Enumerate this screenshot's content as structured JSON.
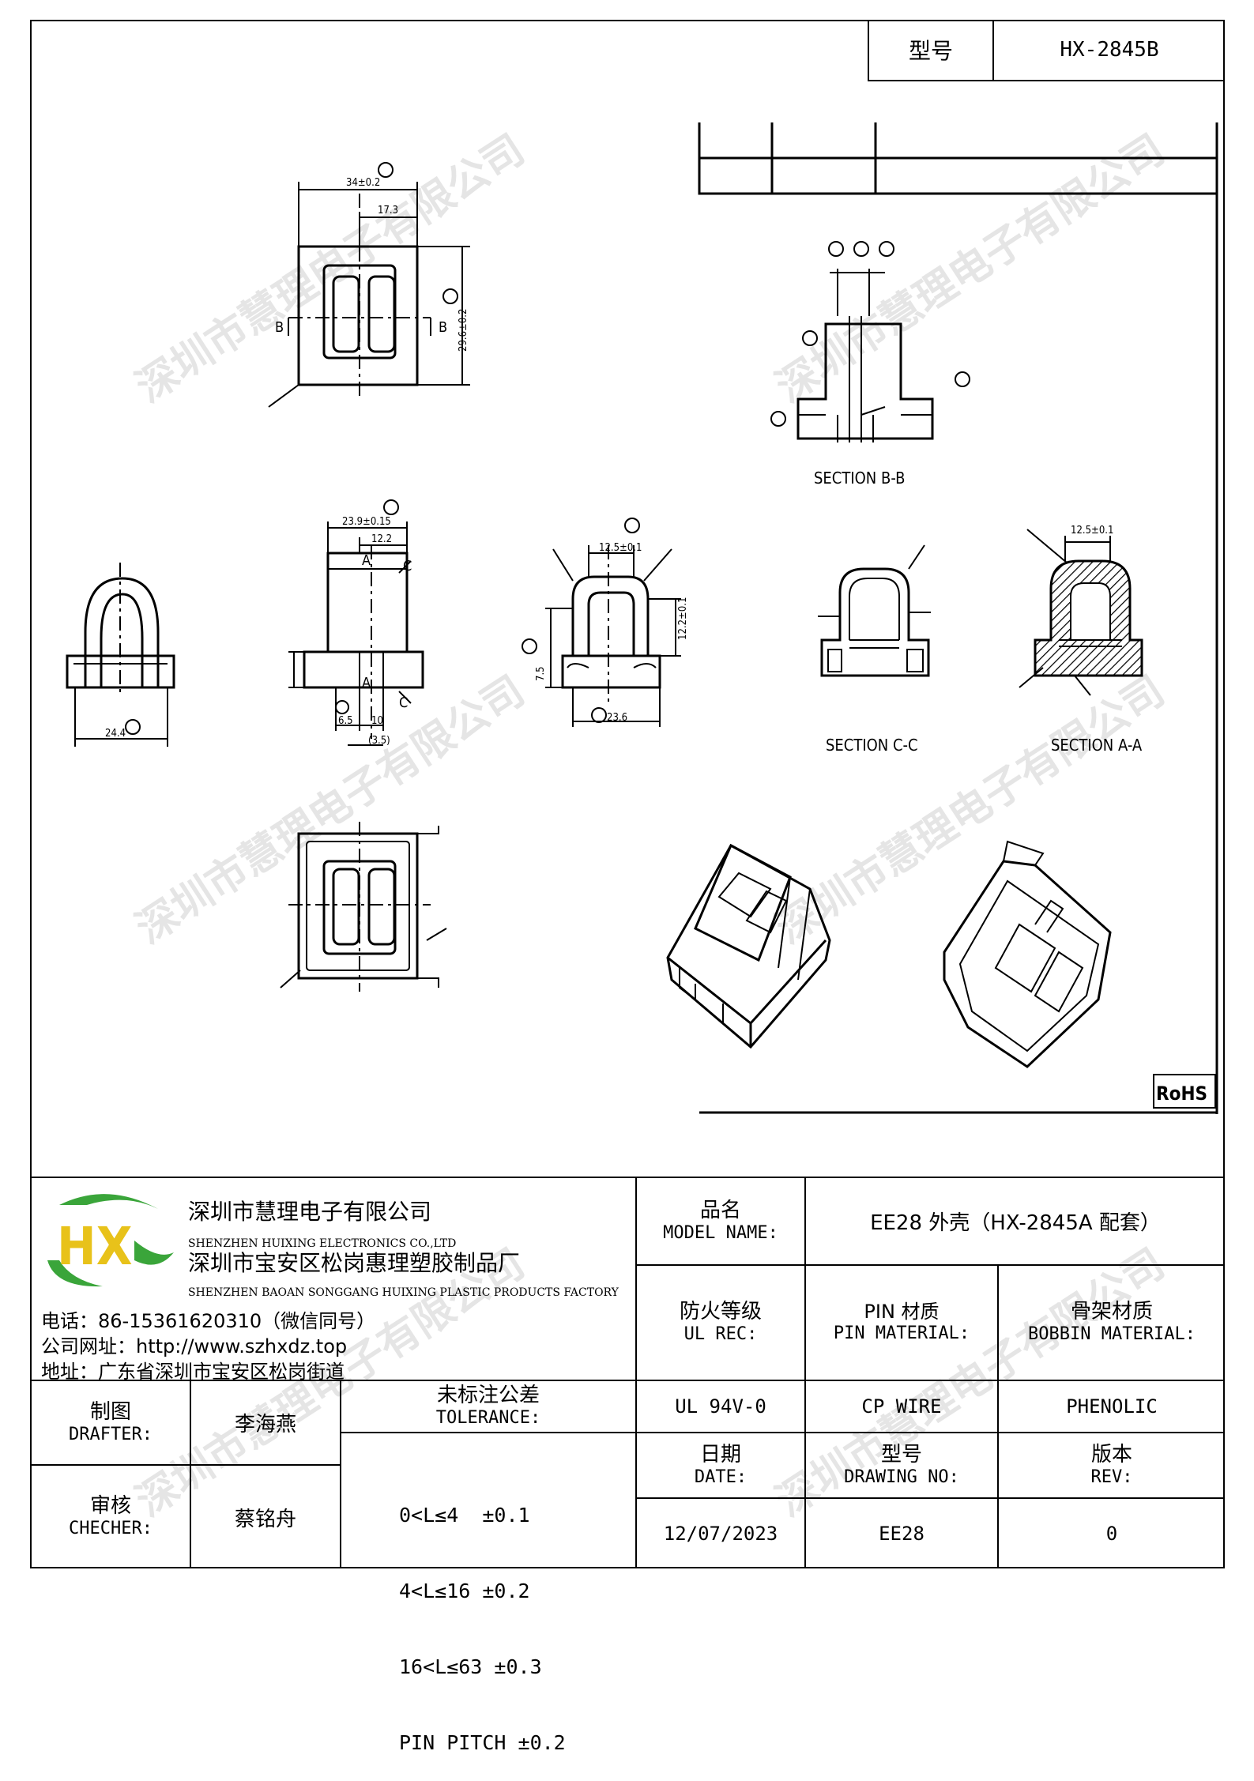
{
  "header": {
    "model_label": "型号",
    "model_value": "HX-2845B"
  },
  "drawing": {
    "section_bb": "SECTION B-B",
    "section_cc": "SECTION C-C",
    "section_aa": "SECTION A-A",
    "rohs": "RoHS",
    "dim_top_width": "34±0.2",
    "dim_top_inner": "17.3",
    "dim_top_height": "29.6±0.2",
    "dim_front_width": "24.4",
    "dim_side_top": "23.9±0.15",
    "dim_side_inner": "12.2",
    "dim_side_b1": "6.5",
    "dim_side_b2": "10",
    "dim_side_b3": "(3.5)",
    "dim_c_top": "12.5±0.1",
    "dim_c_left": "7.5",
    "dim_c_right": "12.2±0.1",
    "dim_c_bottom": "23.6",
    "dim_aa_top": "12.5±0.1",
    "mark_b": "B",
    "mark_a": "A",
    "mark_c": "C"
  },
  "watermark": {
    "text": "深圳市慧理电子有限公司"
  },
  "title_block": {
    "company_cn": "深圳市慧理电子有限公司",
    "company_en": "SHENZHEN HUIXING ELECTRONICS CO.,LTD",
    "factory_cn": "深圳市宝安区松岗惠理塑胶制品厂",
    "factory_en": "SHENZHEN BAOAN SONGGANG HUIXING PLASTIC PRODUCTS FACTORY",
    "phone": "电话：86-15361620310（微信同号）",
    "website": "公司网址：http://www.szhxdz.top",
    "address": "地址：广东省深圳市宝安区松岗街道",
    "model_name_cn": "品名",
    "model_name_en": "MODEL NAME:",
    "model_name_value": "EE28 外壳（HX-2845A 配套）",
    "ul_cn": "防火等级",
    "ul_en": "UL REC:",
    "pin_cn": "PIN 材质",
    "pin_en": "PIN MATERIAL:",
    "bobbin_cn": "骨架材质",
    "bobbin_en": "BOBBIN MATERIAL:",
    "ul_value": "UL 94V-0",
    "pin_value": "CP WIRE",
    "bobbin_value": "PHENOLIC",
    "drafter_cn": "制图",
    "drafter_en": "DRAFTER:",
    "drafter_name": "李海燕",
    "checker_cn": "审核",
    "checker_en": "CHECHER:",
    "checker_name": "蔡铭舟",
    "tolerance_cn": "未标注公差",
    "tolerance_en": "TOLERANCE:",
    "tolerance_lines": [
      "0<L≤4  ±0.1",
      "4<L≤16 ±0.2",
      "16<L≤63 ±0.3",
      "PIN PITCH ±0.2"
    ],
    "date_cn": "日期",
    "date_en": "DATE:",
    "drawing_no_cn": "型号",
    "drawing_no_en": "DRAWING NO:",
    "rev_cn": "版本",
    "rev_en": "REV:",
    "date_value": "12/07/2023",
    "drawing_no_value": "EE28",
    "rev_value": "0"
  },
  "logo": {
    "text": "HX",
    "green": "#3aa53a",
    "yellow": "#e8c21a"
  }
}
